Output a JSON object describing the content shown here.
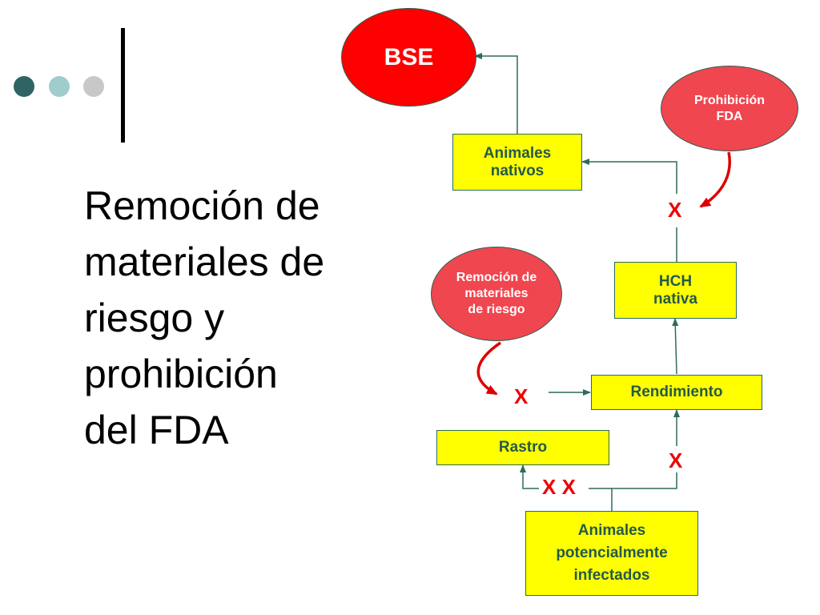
{
  "title": {
    "lines": [
      "Remoción de",
      "materiales de",
      "riesgo y",
      "prohibición",
      "del FDA"
    ]
  },
  "colors": {
    "dot_dark": "#2f6464",
    "dot_mid": "#a0cccc",
    "dot_light": "#c8c8c8",
    "ellipse_red": "#ff0000",
    "ellipse_pink": "#f0464f",
    "box_fill": "#ffff00",
    "box_text": "#245a48",
    "connector": "#2f6b5a",
    "curve_arrow": "#dd0000",
    "x_mark": "#ee0000"
  },
  "diagram": {
    "bse": {
      "label": "BSE"
    },
    "prohibicion": {
      "lines": [
        "Prohibición",
        "FDA"
      ]
    },
    "remocion": {
      "lines": [
        "Remoción de",
        "materiales",
        "de riesgo"
      ]
    },
    "animales_nativos": {
      "lines": [
        "Animales",
        "nativos"
      ]
    },
    "hch_nativa": {
      "lines": [
        "HCH",
        "nativa"
      ]
    },
    "rendimiento": {
      "lines": [
        "Rendimiento"
      ]
    },
    "rastro": {
      "lines": [
        "Rastro"
      ]
    },
    "animales_infectados": {
      "lines": [
        "Animales",
        "potencialmente",
        "infectados"
      ]
    },
    "marks": {
      "x_hch": "X",
      "x_rendimiento_entry": "X",
      "x_rendimiento_base": "X",
      "x_rastro_base": "X X"
    }
  }
}
